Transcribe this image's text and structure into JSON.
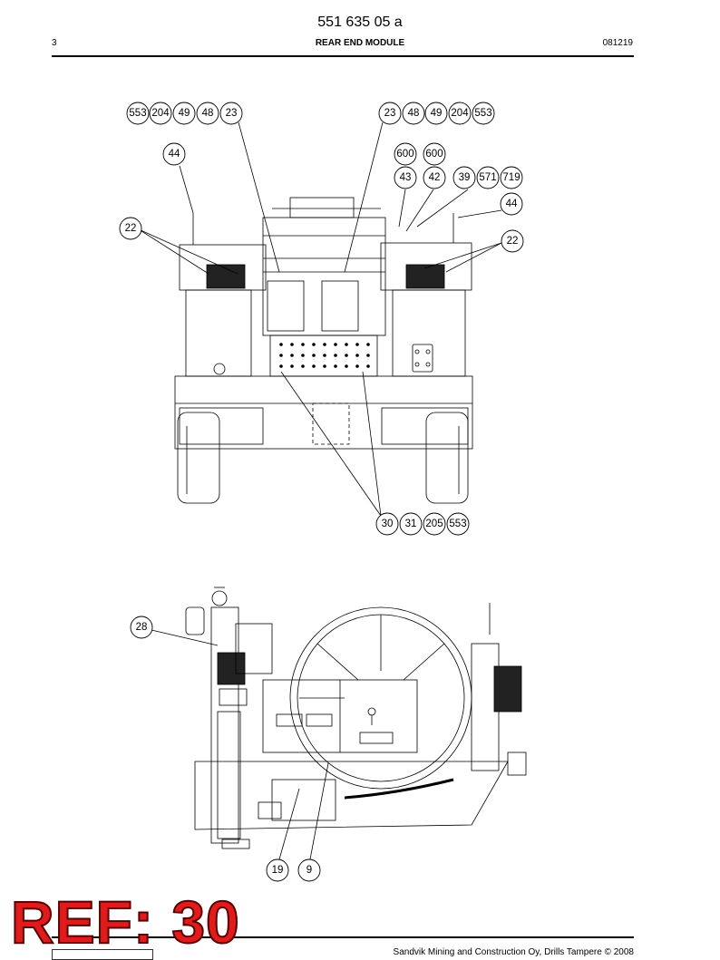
{
  "header": {
    "doc_code": "551 635 05 a",
    "page": "3",
    "title": "REAR END MODULE",
    "date": "081219"
  },
  "callouts_top": [
    "553",
    "204",
    "49",
    "48",
    "23",
    "23",
    "48",
    "49",
    "204",
    "553",
    "44",
    "600",
    "600",
    "43",
    "42",
    "39",
    "571",
    "719",
    "44",
    "22",
    "22",
    "30",
    "31",
    "205",
    "553"
  ],
  "callouts_bottom": [
    "28",
    "19",
    "9"
  ],
  "overlay": {
    "ref_label": "REF: 30",
    "ref_color": "#e01b1b"
  },
  "footer": {
    "copyright": "Sandvik Mining and Construction Oy, Drills Tampere © 2008"
  }
}
